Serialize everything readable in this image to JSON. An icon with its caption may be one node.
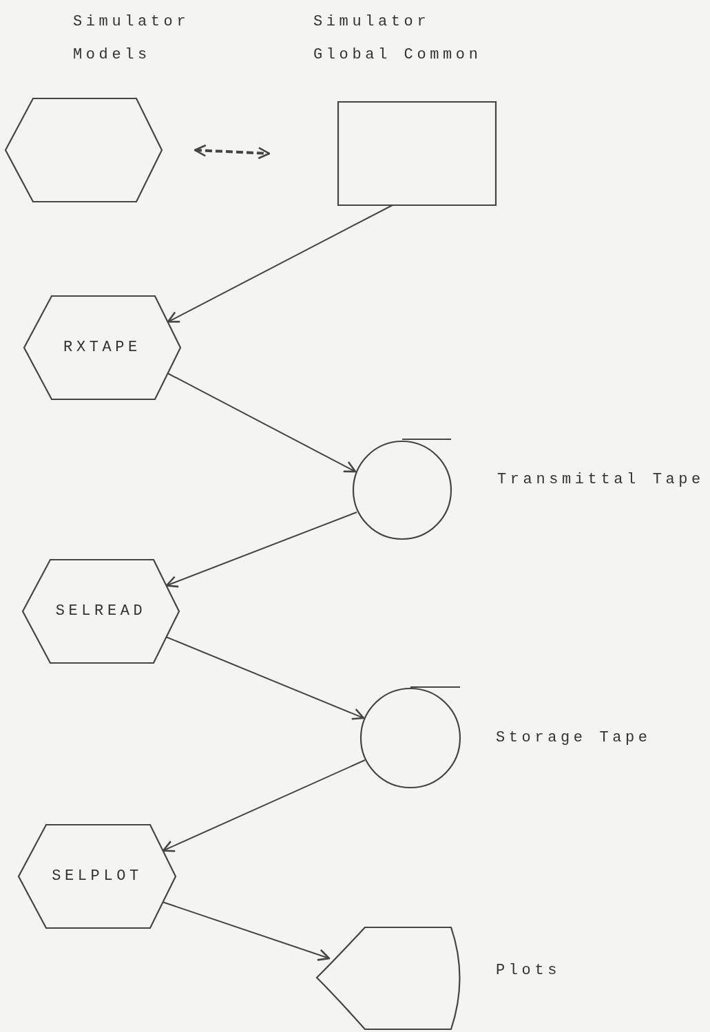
{
  "diagram": {
    "nodes": [
      {
        "text": [
          "Simulator Models"
        ]
      },
      {
        "text": [
          "Simulator Global Common"
        ]
      },
      {
        "text": [
          "RXTAPE"
        ]
      },
      {
        "text": [],
        "shape": "circle",
        "beside": [
          "Transmittal Tape"
        ]
      },
      {
        "text": [
          "SELREAD"
        ]
      },
      {
        "text": [],
        "shape": "circle",
        "beside": [
          "Storage Tape"
        ]
      },
      {
        "text": [
          "SELPLOT"
        ]
      },
      {
        "text": [],
        "shape": "display",
        "beside": [
          "Plots"
        ]
      }
    ],
    "edges": [
      {
        "from": 0,
        "to": 1,
        "arrow": "both",
        "style": "dashed"
      },
      {
        "from": 1,
        "to": 2,
        "arrow": "to"
      },
      {
        "from": 2,
        "to": 3,
        "arrow": "to"
      },
      {
        "from": 3,
        "to": 4,
        "arrow": "to"
      },
      {
        "from": 4,
        "to": 5,
        "arrow": "to"
      },
      {
        "from": 5,
        "to": 6,
        "arrow": "to"
      },
      {
        "from": 6,
        "to": 7,
        "arrow": "to"
      }
    ]
  }
}
